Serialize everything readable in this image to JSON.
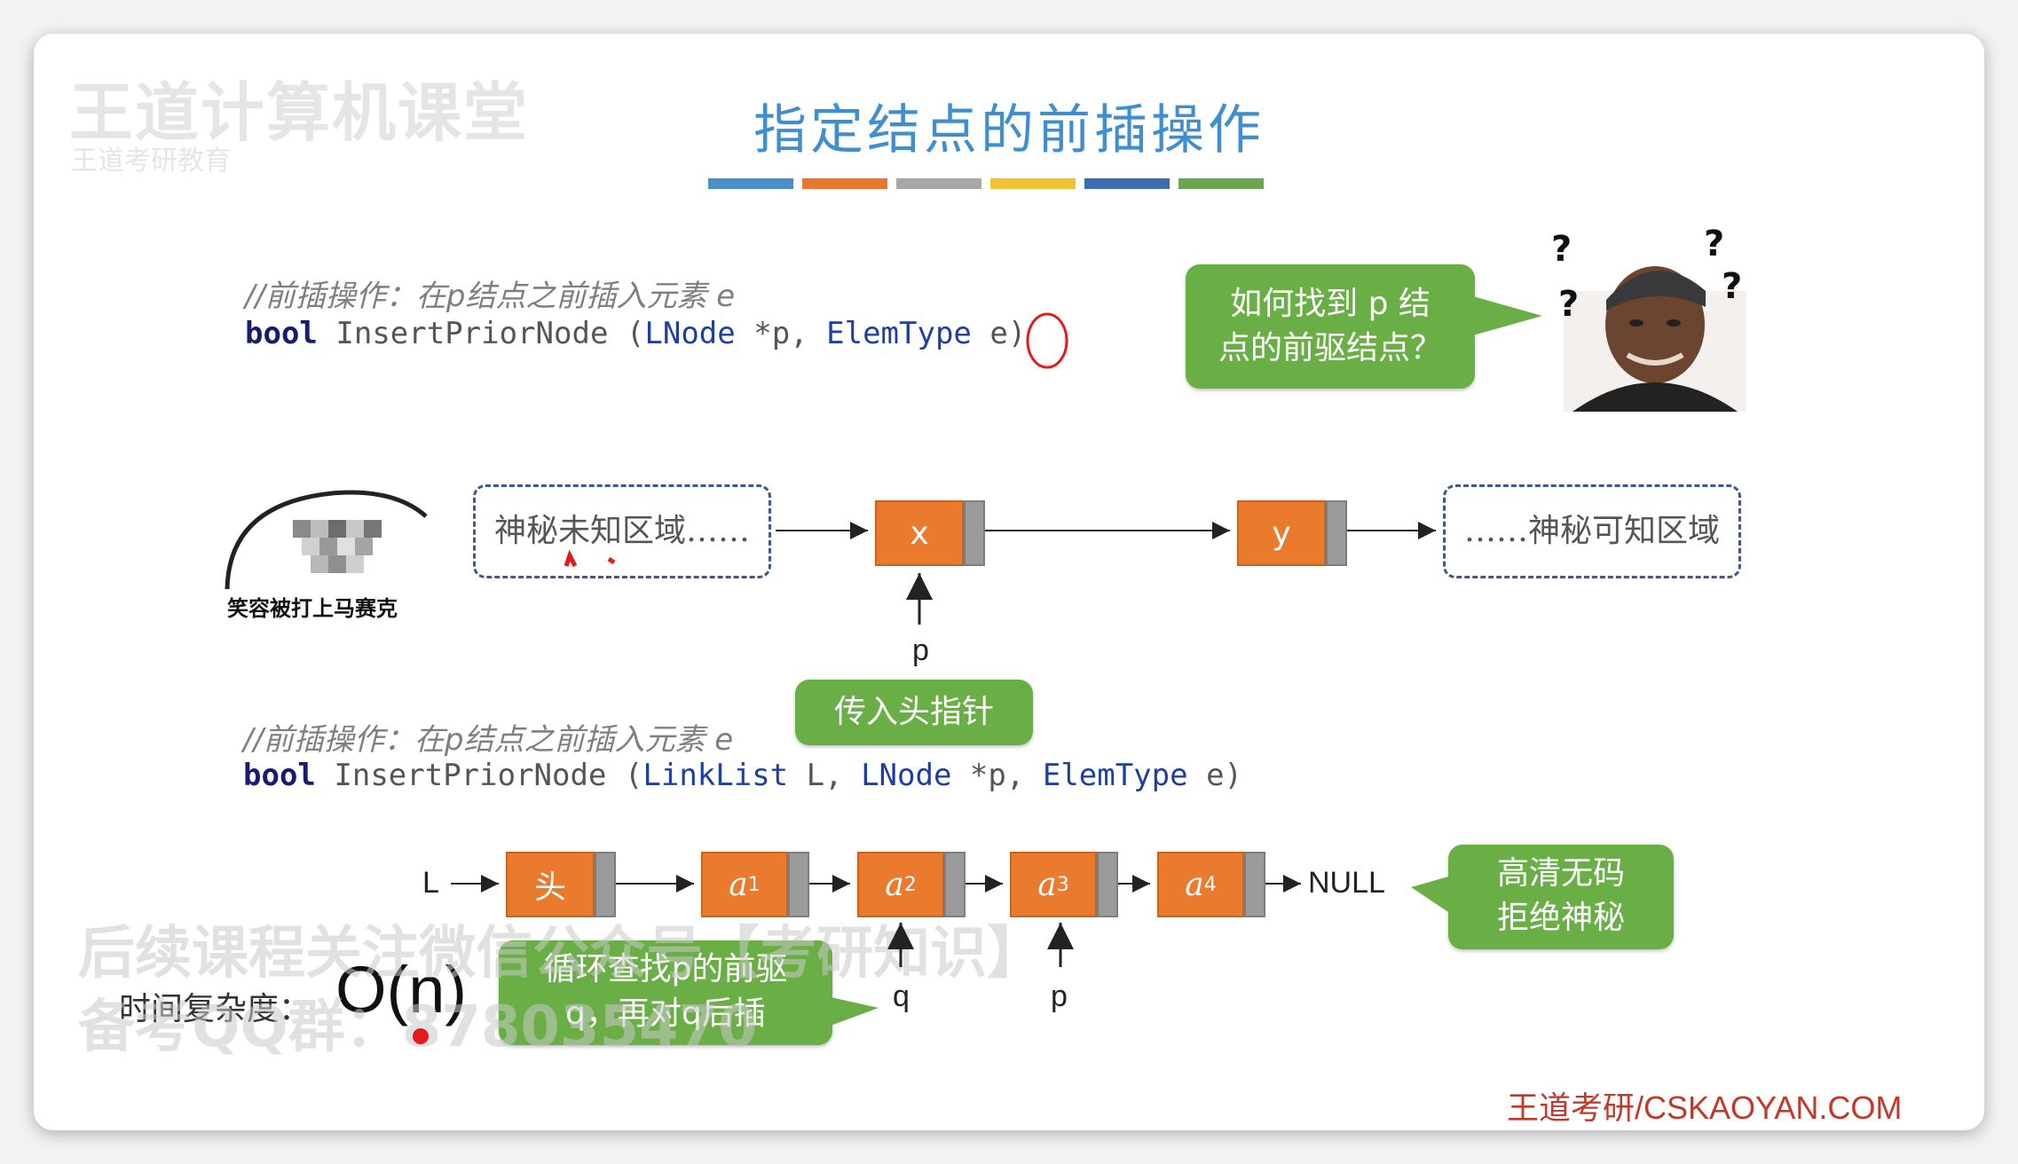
{
  "slide": {
    "title": "指定结点的前插操作",
    "title_bar_colors": [
      "#4a90c8",
      "#e8762c",
      "#a8a8a8",
      "#f1c232",
      "#3c6cb4",
      "#6aa84f"
    ],
    "watermark_logo": "王道计算机课堂",
    "watermark_sub": "王道考研教育"
  },
  "code1": {
    "comment": "//前插操作：在p结点之前插入元素 e",
    "kw": "bool",
    "fn": "InsertPriorNode",
    "open": "(",
    "t1": "LNode",
    "p1": "*p,",
    "t2": "ElemType",
    "p2": "e)"
  },
  "bubble1": {
    "line1": "如何找到 p 结",
    "line2": "点的前驱结点？"
  },
  "meme": {
    "caption": "笑容被打上马赛克",
    "face_icon": "confused-face-icon",
    "question_marks": [
      "?",
      "?",
      "?",
      "?"
    ]
  },
  "diagram1": {
    "left_box": "神秘未知区域……",
    "right_box": "……神秘可知区域",
    "node_x": "x",
    "node_y": "y",
    "pointer": "p"
  },
  "code2": {
    "comment": "//前插操作：在p结点之前插入元素 e",
    "kw": "bool",
    "fn": "InsertPriorNode",
    "open": "(",
    "t1": "LinkList",
    "p1": "L,",
    "t2": "LNode",
    "p2": "*p,",
    "t3": "ElemType",
    "p3": "e)"
  },
  "bubble2": {
    "text": "传入头指针"
  },
  "diagram2": {
    "head_pointer": "L",
    "head_node": "头",
    "nodes": [
      "a",
      "a",
      "a",
      "a"
    ],
    "subscripts": [
      "1",
      "2",
      "3",
      "4"
    ],
    "null_label": "NULL",
    "q_label": "q",
    "p_label": "p"
  },
  "bubble3": {
    "line1": "高清无码",
    "line2": "拒绝神秘"
  },
  "bubble4": {
    "line1": "循环查找p的前驱",
    "line2": "q，再对q后插"
  },
  "complexity": {
    "label": "时间复杂度：",
    "value": "O(n)"
  },
  "watermarks": {
    "line1": "后续课程关注微信公众号【考研知识】",
    "line2": "备考QQ群：878035470"
  },
  "footer": {
    "text": "王道考研/CSKAOYAN.COM"
  }
}
